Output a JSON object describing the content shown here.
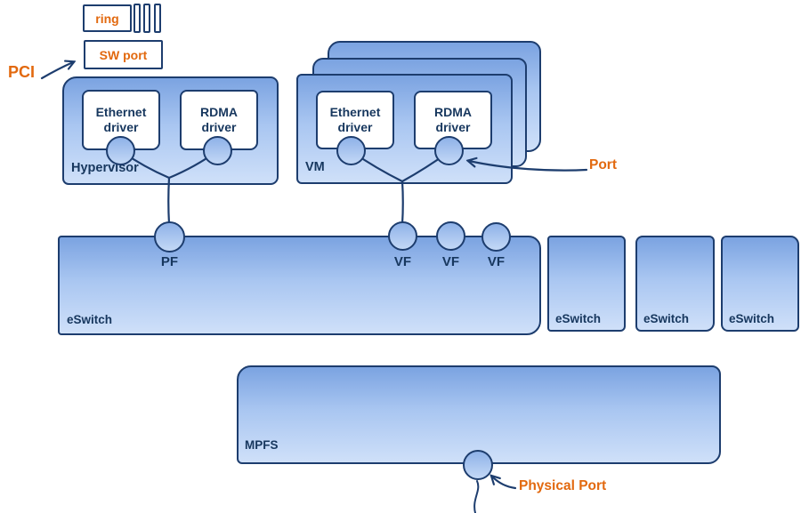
{
  "colors": {
    "accent_orange": "#E2690F",
    "line_navy": "#1D3D6E",
    "text_navy": "#17375E",
    "box_gradient_top": "#7BA3E1",
    "box_gradient_bottom": "#CFE0F9"
  },
  "pci_block": {
    "ring_label": "ring",
    "sw_port_label": "SW port",
    "pci_label": "PCI"
  },
  "hypervisor": {
    "label": "Hypervisor",
    "ethernet_driver": "Ethernet driver",
    "rdma_driver": "RDMA driver",
    "function_label": "PF"
  },
  "vm": {
    "label": "VM",
    "ethernet_driver": "Ethernet driver",
    "rdma_driver": "RDMA driver",
    "function_labels": [
      "VF",
      "VF",
      "VF"
    ],
    "port_annotation": "Port"
  },
  "switches": {
    "main_label": "eSwitch",
    "secondary_labels": [
      "eSwitch",
      "eSwitch",
      "eSwitch"
    ]
  },
  "mpfs": {
    "label": "MPFS",
    "physical_port_annotation": "Physical Port"
  }
}
